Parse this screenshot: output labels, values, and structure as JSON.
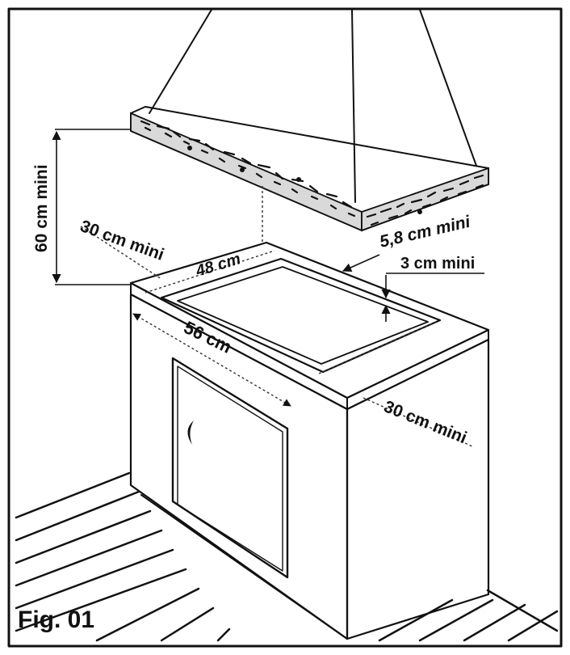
{
  "figure": {
    "label": "Fig. 01",
    "dimensions": {
      "hood_height": "60 cm mini",
      "left_clearance": "30 cm mini",
      "cutout_depth": "48 cm",
      "cutout_width": "56 cm",
      "edge_thickness": "5,8 cm mini",
      "edge_border": "3 cm mini",
      "right_clearance": "30 cm mini"
    },
    "colors": {
      "line": "#111111",
      "background": "#ffffff"
    }
  }
}
